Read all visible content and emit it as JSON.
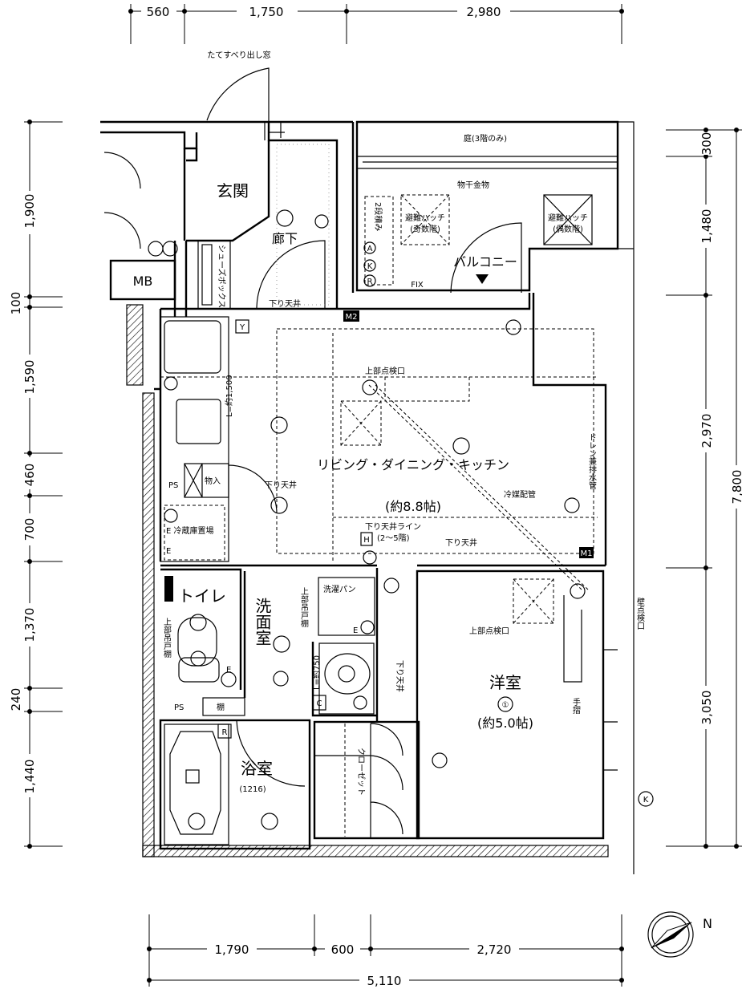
{
  "dimensions": {
    "top": [
      "560",
      "1,750",
      "2,980"
    ],
    "left": [
      "1,900",
      "100",
      "1,590",
      "460",
      "700",
      "1,370",
      "240",
      "1,440"
    ],
    "right": [
      "300",
      "1,480",
      "2,970",
      "3,050"
    ],
    "right_total": "7,800",
    "bottom": [
      "1,790",
      "600",
      "2,720"
    ],
    "bottom_total": "5,110"
  },
  "rooms": {
    "entrance": "玄関",
    "hallway": "廊下",
    "shoe_box": "シューズボックス",
    "mb": "MB",
    "balcony": "バルコニー",
    "garden": "庭(3階のみ)",
    "drying_rack": "物干金物",
    "hatch_odd_1": "避難ハッチ",
    "hatch_odd_2": "(奇数階)",
    "hatch_even_1": "避難ハッチ",
    "hatch_even_2": "(偶数階)",
    "step": "2段積み",
    "fix": "FIX",
    "ldk": "リビング・ダイニング・キッチン",
    "ldk_size": "(約8.8帖)",
    "toilet": "トイレ",
    "washroom": "洗面室",
    "bath": "浴室",
    "bath_size": "(1216)",
    "closet": "クローゼット",
    "western": "洋室",
    "western_num": "①",
    "western_size": "(約5.0帖)"
  },
  "notes": {
    "sliding_window": "たてすべり出し窓",
    "lowered_ceiling_1": "下り天井",
    "lowered_ceiling_2": "下り天井",
    "lowered_ceiling_3": "下り天井",
    "lowered_ceiling_4": "下り天井",
    "lowered_ceiling_line": "下り天井ライン",
    "floors": "(2〜5階)",
    "inspection_1": "上部点検口",
    "inspection_2": "上部点検口",
    "wall_inspection": "壁点検口",
    "counter": "L=約1,500",
    "vanity": "L=約750",
    "ps1": "PS",
    "ps2": "PS",
    "storage": "物入",
    "fridge": "E 冷蔵庫置場",
    "refrigerant_pipe": "冷媒配管",
    "drain": "ドレン兼排水管",
    "upper_cabinet_1": "上部吊戸棚",
    "upper_cabinet_2": "上部吊戸棚",
    "washer_pan": "洗濯パン",
    "shelf": "棚",
    "handrail": "手摺",
    "m1": "M1",
    "m2": "M2",
    "h": "H",
    "y": "Y",
    "c": "C",
    "r": "R",
    "k": "K",
    "a": "A",
    "x": "K",
    "rr": "R",
    "e1": "E",
    "e2": "E",
    "e3": "E"
  },
  "compass": {
    "label": "N"
  }
}
